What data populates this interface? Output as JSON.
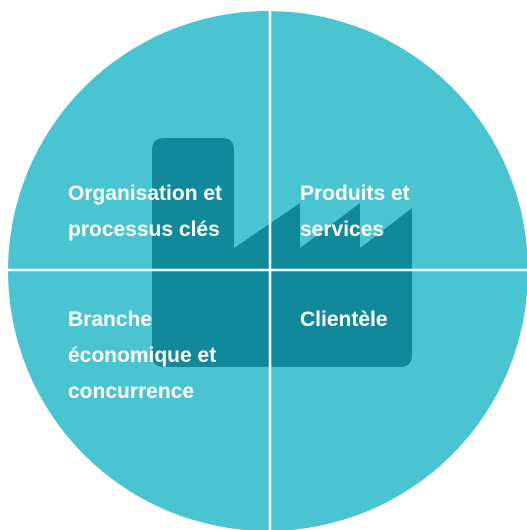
{
  "colors": {
    "circle": "#4AC4D0",
    "factory": "#11899A",
    "divider": "#FFFFFF",
    "text": "#FFFFFF"
  },
  "icon": "factory-icon",
  "quadrants": {
    "top_left": {
      "lines": [
        "Organisation et",
        "processus clés"
      ]
    },
    "top_right": {
      "lines": [
        "Produits et",
        "services"
      ]
    },
    "bottom_left": {
      "lines": [
        "Branche",
        "économique et",
        "concurrence"
      ]
    },
    "bottom_right": {
      "lines": [
        "Clientèle"
      ]
    }
  }
}
